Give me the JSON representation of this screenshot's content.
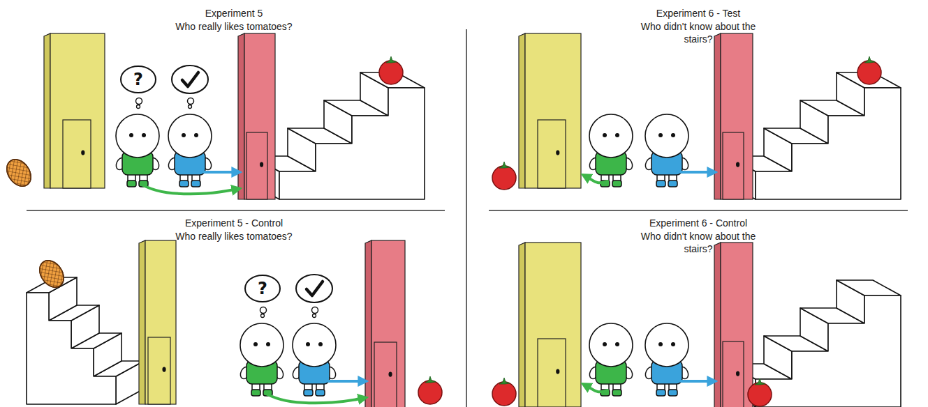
{
  "diagram": {
    "nodes": [
      {
        "text": [
          "?"
        ]
      },
      {
        "text": [
          "?"
        ]
      }
    ],
    "labels": [
      "Experiment 5",
      "Who really likes tomatoes?",
      "Experiment 5 - Control",
      "Who really likes tomatoes?",
      "Experiment 6 - Test",
      "Who didn't know about the stairs?",
      "Experiment 6 - Control",
      "Who didn't know about the stairs?"
    ]
  }
}
